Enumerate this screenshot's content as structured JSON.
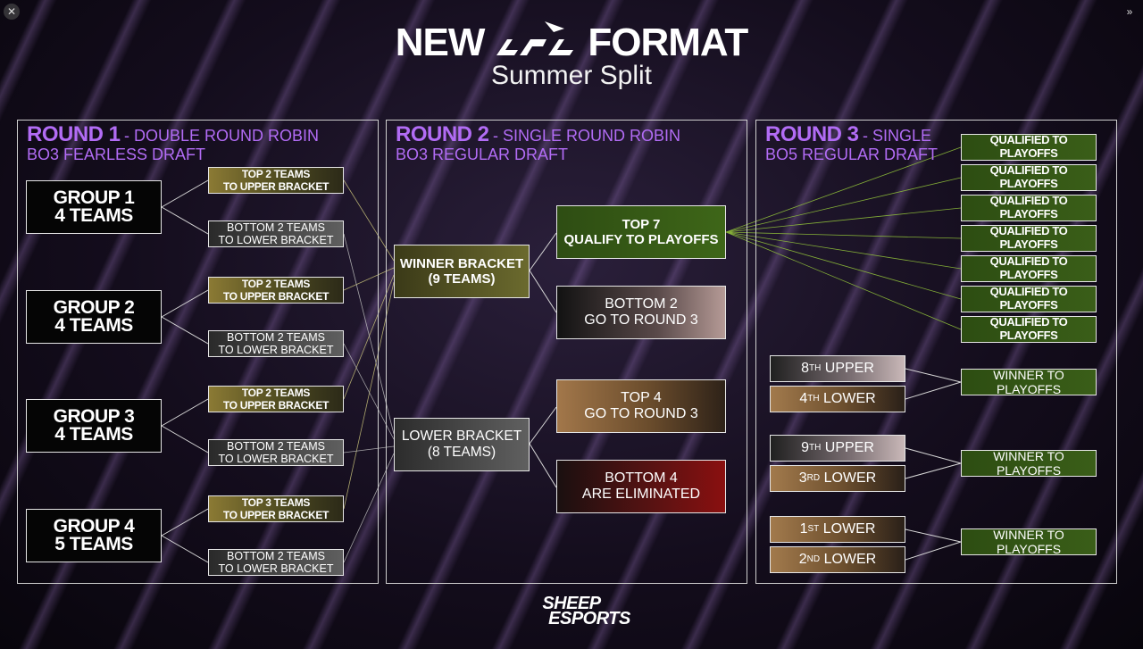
{
  "header": {
    "title_left": "NEW",
    "title_right": "FORMAT",
    "subtitle": "Summer Split",
    "logo": "lpl-logo"
  },
  "round1": {
    "title": "ROUND 1",
    "mode": "- DOUBLE ROUND ROBIN",
    "draft": "BO3 FEARLESS DRAFT",
    "groups": [
      {
        "line1": "GROUP 1",
        "line2": "4 TEAMS",
        "upper1": "TOP 2 TEAMS",
        "upper2": "TO UPPER BRACKET",
        "lower1": "BOTTOM 2 TEAMS",
        "lower2": "TO LOWER BRACKET"
      },
      {
        "line1": "GROUP 2",
        "line2": "4 TEAMS",
        "upper1": "TOP 2 TEAMS",
        "upper2": "TO UPPER BRACKET",
        "lower1": "BOTTOM 2 TEAMS",
        "lower2": "TO LOWER BRACKET"
      },
      {
        "line1": "GROUP 3",
        "line2": "4 TEAMS",
        "upper1": "TOP 2 TEAMS",
        "upper2": "TO UPPER BRACKET",
        "lower1": "BOTTOM 2 TEAMS",
        "lower2": "TO LOWER BRACKET"
      },
      {
        "line1": "GROUP 4",
        "line2": "5 TEAMS",
        "upper1": "TOP 3 TEAMS",
        "upper2": "TO UPPER BRACKET",
        "lower1": "BOTTOM 2 TEAMS",
        "lower2": "TO LOWER BRACKET"
      }
    ]
  },
  "round2": {
    "title": "ROUND 2",
    "mode": "- SINGLE ROUND ROBIN",
    "draft": "BO3 REGULAR DRAFT",
    "winner_bracket": {
      "line1": "WINNER BRACKET",
      "line2": "(9 TEAMS)"
    },
    "lower_bracket": {
      "line1": "LOWER BRACKET",
      "line2": "(8 TEAMS)"
    },
    "top7": {
      "line1": "TOP 7",
      "line2": "QUALIFY TO PLAYOFFS"
    },
    "bottom2": {
      "line1": "BOTTOM 2",
      "line2": "GO TO ROUND 3"
    },
    "top4": {
      "line1": "TOP 4",
      "line2": "GO TO ROUND 3"
    },
    "bottom4": {
      "line1": "BOTTOM 4",
      "line2": "ARE ELIMINATED"
    }
  },
  "round3": {
    "title": "ROUND 3",
    "mode": "- SINGLE",
    "draft": "BO5 REGULAR DRAFT",
    "qualified": [
      "QUALIFIED TO PLAYOFFS",
      "QUALIFIED TO PLAYOFFS",
      "QUALIFIED TO PLAYOFFS",
      "QUALIFIED TO PLAYOFFS",
      "QUALIFIED TO PLAYOFFS",
      "QUALIFIED TO PLAYOFFS",
      "QUALIFIED TO PLAYOFFS"
    ],
    "matches": [
      {
        "a_num": "8",
        "a_suf": "TH",
        "a_word": "UPPER",
        "b_num": "4",
        "b_suf": "TH",
        "b_word": "LOWER",
        "result": "WINNER TO PLAYOFFS"
      },
      {
        "a_num": "9",
        "a_suf": "TH",
        "a_word": "UPPER",
        "b_num": "3",
        "b_suf": "RD",
        "b_word": "LOWER",
        "result": "WINNER TO PLAYOFFS"
      },
      {
        "a_num": "1",
        "a_suf": "ST",
        "a_word": "LOWER",
        "b_num": "2",
        "b_suf": "ND",
        "b_word": "LOWER",
        "result": "WINNER TO PLAYOFFS"
      }
    ]
  },
  "footer": {
    "line1": "SHEEP",
    "line2": "ESPORTS"
  }
}
